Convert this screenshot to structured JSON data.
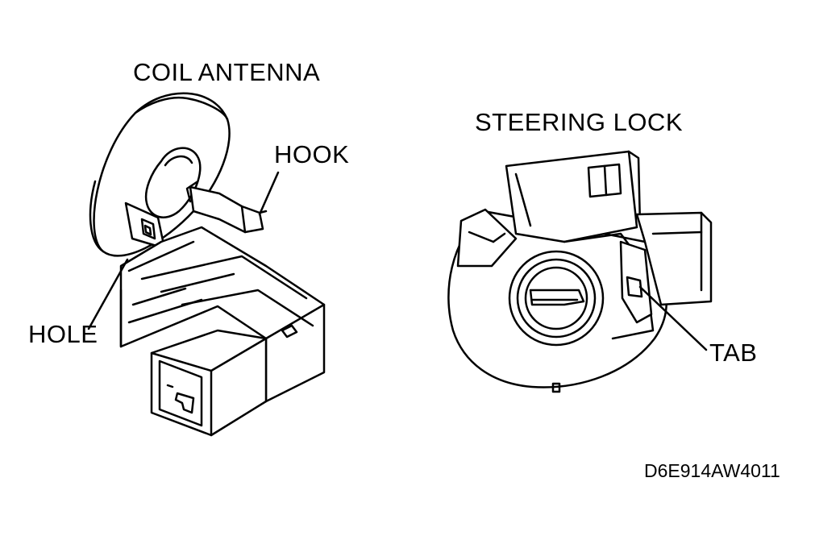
{
  "labels": {
    "coil_antenna": "COIL ANTENNA",
    "hook": "HOOK",
    "hole": "HOLE",
    "steering_lock": "STEERING LOCK",
    "tab": "TAB"
  },
  "figure_code": "D6E914AW4011",
  "colors": {
    "ink": "#000000",
    "paper": "#ffffff"
  }
}
